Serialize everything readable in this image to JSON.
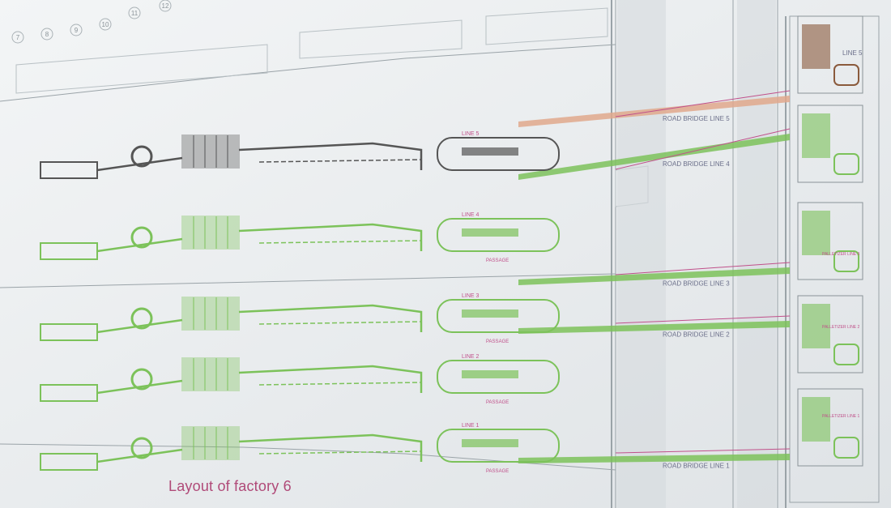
{
  "caption": "Layout of factory 6",
  "grid_numbers": [
    "7",
    "8",
    "9",
    "10",
    "11",
    "12"
  ],
  "bridges": [
    {
      "label": "ROAD BRIDGE LINE 5",
      "color": "#e0a88c"
    },
    {
      "label": "ROAD BRIDGE LINE 4",
      "color": "#7cc25a"
    },
    {
      "label": "ROAD BRIDGE LINE 3",
      "color": "#7cc25a"
    },
    {
      "label": "ROAD BRIDGE LINE 2",
      "color": "#7cc25a"
    },
    {
      "label": "ROAD BRIDGE LINE 1",
      "color": "#7cc25a"
    }
  ],
  "lines": [
    {
      "label": "LINE 5",
      "color": "#555555"
    },
    {
      "label": "LINE 4",
      "color": "#7cc25a"
    },
    {
      "label": "LINE 3",
      "color": "#7cc25a"
    },
    {
      "label": "LINE 2",
      "color": "#7cc25a"
    },
    {
      "label": "LINE 1",
      "color": "#7cc25a"
    }
  ],
  "palletizer_labels": [
    "PALLETIZER LINE 3",
    "PALLETIZER LINE 2",
    "PALLETIZER LINE 1"
  ],
  "passage_label": "PASSAGE",
  "colors": {
    "background": "#e6e9ec",
    "green": "#7cc25a",
    "dark": "#555555",
    "salmon": "#e0a88c",
    "magenta": "#c0508a"
  }
}
